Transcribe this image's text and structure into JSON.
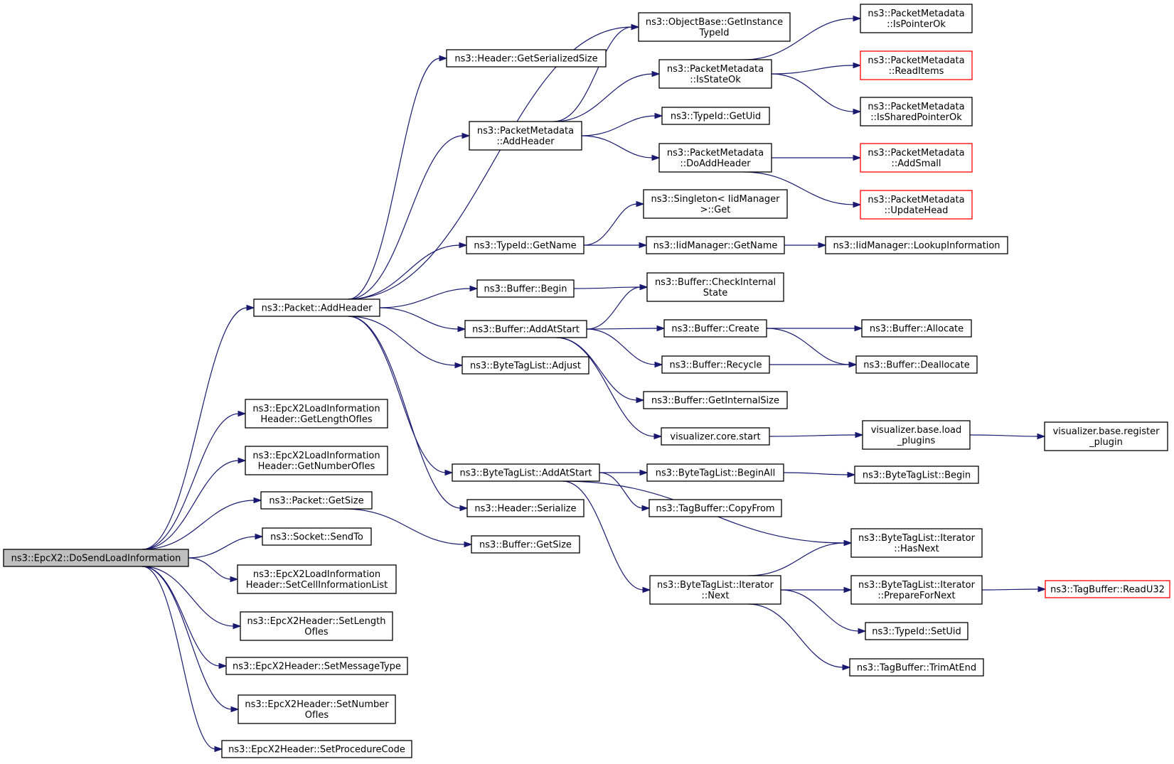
{
  "diagram": {
    "nodes": [
      {
        "id": "root",
        "lines": [
          "ns3::EpcX2::DoSendLoadInformation"
        ],
        "style": "root"
      },
      {
        "id": "pkt_addheader",
        "lines": [
          "ns3::Packet::AddHeader"
        ]
      },
      {
        "id": "getlengthofies",
        "lines": [
          "ns3::EpcX2LoadInformation",
          "Header::GetLengthOfIes"
        ]
      },
      {
        "id": "getnumberofies",
        "lines": [
          "ns3::EpcX2LoadInformation",
          "Header::GetNumberOfIes"
        ]
      },
      {
        "id": "pkt_getsize",
        "lines": [
          "ns3::Packet::GetSize"
        ]
      },
      {
        "id": "socket_sendto",
        "lines": [
          "ns3::Socket::SendTo"
        ]
      },
      {
        "id": "setcellinfo",
        "lines": [
          "ns3::EpcX2LoadInformation",
          "Header::SetCellInformationList"
        ]
      },
      {
        "id": "setlengthofies",
        "lines": [
          "ns3::EpcX2Header::SetLength",
          "OfIes"
        ]
      },
      {
        "id": "setmessagetype",
        "lines": [
          "ns3::EpcX2Header::SetMessageType"
        ]
      },
      {
        "id": "setnumberofies",
        "lines": [
          "ns3::EpcX2Header::SetNumber",
          "OfIes"
        ]
      },
      {
        "id": "setprocedurecode",
        "lines": [
          "ns3::EpcX2Header::SetProcedureCode"
        ]
      },
      {
        "id": "hdr_getserializedsize",
        "lines": [
          "ns3::Header::GetSerializedSize"
        ]
      },
      {
        "id": "pm_addheader",
        "lines": [
          "ns3::PacketMetadata",
          "::AddHeader"
        ]
      },
      {
        "id": "typeid_getname",
        "lines": [
          "ns3::TypeId::GetName"
        ]
      },
      {
        "id": "buf_begin",
        "lines": [
          "ns3::Buffer::Begin"
        ]
      },
      {
        "id": "buf_addatstart",
        "lines": [
          "ns3::Buffer::AddAtStart"
        ]
      },
      {
        "id": "btl_adjust",
        "lines": [
          "ns3::ByteTagList::Adjust"
        ]
      },
      {
        "id": "btl_addatstart",
        "lines": [
          "ns3::ByteTagList::AddAtStart"
        ]
      },
      {
        "id": "hdr_serialize",
        "lines": [
          "ns3::Header::Serialize"
        ]
      },
      {
        "id": "buf_getsize",
        "lines": [
          "ns3::Buffer::GetSize"
        ]
      },
      {
        "id": "ob_getinstancetypeid",
        "lines": [
          "ns3::ObjectBase::GetInstance",
          "TypeId"
        ]
      },
      {
        "id": "pm_isstateok",
        "lines": [
          "ns3::PacketMetadata",
          "::IsStateOk"
        ]
      },
      {
        "id": "typeid_getuid",
        "lines": [
          "ns3::TypeId::GetUid"
        ]
      },
      {
        "id": "pm_doaddheader",
        "lines": [
          "ns3::PacketMetadata",
          "::DoAddHeader"
        ]
      },
      {
        "id": "singleton_get",
        "lines": [
          "ns3::Singleton< IidManager",
          ">::Get"
        ]
      },
      {
        "id": "iid_getname",
        "lines": [
          "ns3::IidManager::GetName"
        ]
      },
      {
        "id": "buf_checkinternal",
        "lines": [
          "ns3::Buffer::CheckInternal",
          "State"
        ]
      },
      {
        "id": "buf_create",
        "lines": [
          "ns3::Buffer::Create"
        ]
      },
      {
        "id": "buf_recycle",
        "lines": [
          "ns3::Buffer::Recycle"
        ]
      },
      {
        "id": "buf_getinternalsize",
        "lines": [
          "ns3::Buffer::GetInternalSize"
        ]
      },
      {
        "id": "vis_core_start",
        "lines": [
          "visualizer.core.start"
        ]
      },
      {
        "id": "btl_beginall",
        "lines": [
          "ns3::ByteTagList::BeginAll"
        ]
      },
      {
        "id": "tb_copyfrom",
        "lines": [
          "ns3::TagBuffer::CopyFrom"
        ]
      },
      {
        "id": "btl_it_next",
        "lines": [
          "ns3::ByteTagList::Iterator",
          "::Next"
        ]
      },
      {
        "id": "pm_ispointerok",
        "lines": [
          "ns3::PacketMetadata",
          "::IsPointerOk"
        ]
      },
      {
        "id": "pm_readitems",
        "lines": [
          "ns3::PacketMetadata",
          "::ReadItems"
        ],
        "style": "red"
      },
      {
        "id": "pm_issharedpointerok",
        "lines": [
          "ns3::PacketMetadata",
          "::IsSharedPointerOk"
        ]
      },
      {
        "id": "pm_addsmall",
        "lines": [
          "ns3::PacketMetadata",
          "::AddSmall"
        ],
        "style": "red"
      },
      {
        "id": "pm_updatehead",
        "lines": [
          "ns3::PacketMetadata",
          "::UpdateHead"
        ],
        "style": "red"
      },
      {
        "id": "iid_lookupinfo",
        "lines": [
          "ns3::IidManager::LookupInformation"
        ]
      },
      {
        "id": "buf_allocate",
        "lines": [
          "ns3::Buffer::Allocate"
        ]
      },
      {
        "id": "buf_deallocate",
        "lines": [
          "ns3::Buffer::Deallocate"
        ]
      },
      {
        "id": "vis_base_loadplugins",
        "lines": [
          "visualizer.base.load",
          "_plugins"
        ]
      },
      {
        "id": "vis_base_registerplugin",
        "lines": [
          "visualizer.base.register",
          "_plugin"
        ]
      },
      {
        "id": "btl_begin",
        "lines": [
          "ns3::ByteTagList::Begin"
        ]
      },
      {
        "id": "btl_it_hasnext",
        "lines": [
          "ns3::ByteTagList::Iterator",
          "::HasNext"
        ]
      },
      {
        "id": "btl_it_preparefornext",
        "lines": [
          "ns3::ByteTagList::Iterator",
          "::PrepareForNext"
        ]
      },
      {
        "id": "typeid_setuid",
        "lines": [
          "ns3::TypeId::SetUid"
        ]
      },
      {
        "id": "tb_trimatend",
        "lines": [
          "ns3::TagBuffer::TrimAtEnd"
        ]
      },
      {
        "id": "tb_readu32",
        "lines": [
          "ns3::TagBuffer::ReadU32"
        ],
        "style": "red"
      }
    ],
    "edges": [
      [
        "root",
        "pkt_addheader"
      ],
      [
        "root",
        "getlengthofies"
      ],
      [
        "root",
        "getnumberofies"
      ],
      [
        "root",
        "pkt_getsize"
      ],
      [
        "root",
        "socket_sendto"
      ],
      [
        "root",
        "setcellinfo"
      ],
      [
        "root",
        "setlengthofies"
      ],
      [
        "root",
        "setmessagetype"
      ],
      [
        "root",
        "setnumberofies"
      ],
      [
        "root",
        "setprocedurecode"
      ],
      [
        "pkt_addheader",
        "hdr_getserializedsize"
      ],
      [
        "pkt_addheader",
        "ob_getinstancetypeid"
      ],
      [
        "pkt_addheader",
        "pm_addheader"
      ],
      [
        "pkt_addheader",
        "typeid_getname"
      ],
      [
        "pkt_addheader",
        "buf_begin"
      ],
      [
        "pkt_addheader",
        "buf_addatstart"
      ],
      [
        "pkt_addheader",
        "btl_adjust"
      ],
      [
        "pkt_addheader",
        "btl_addatstart"
      ],
      [
        "pkt_addheader",
        "hdr_serialize"
      ],
      [
        "pkt_getsize",
        "buf_getsize"
      ],
      [
        "pm_addheader",
        "ob_getinstancetypeid"
      ],
      [
        "pm_addheader",
        "pm_isstateok"
      ],
      [
        "pm_addheader",
        "typeid_getuid"
      ],
      [
        "pm_addheader",
        "pm_doaddheader"
      ],
      [
        "pm_isstateok",
        "pm_ispointerok"
      ],
      [
        "pm_isstateok",
        "pm_readitems"
      ],
      [
        "pm_isstateok",
        "pm_issharedpointerok"
      ],
      [
        "pm_doaddheader",
        "pm_addsmall"
      ],
      [
        "pm_doaddheader",
        "pm_updatehead"
      ],
      [
        "typeid_getname",
        "singleton_get"
      ],
      [
        "typeid_getname",
        "iid_getname"
      ],
      [
        "iid_getname",
        "iid_lookupinfo"
      ],
      [
        "buf_begin",
        "buf_checkinternal"
      ],
      [
        "buf_addatstart",
        "buf_checkinternal"
      ],
      [
        "buf_addatstart",
        "buf_create"
      ],
      [
        "buf_addatstart",
        "buf_recycle"
      ],
      [
        "buf_addatstart",
        "buf_getinternalsize"
      ],
      [
        "buf_addatstart",
        "vis_core_start"
      ],
      [
        "buf_create",
        "buf_allocate"
      ],
      [
        "buf_create",
        "buf_deallocate"
      ],
      [
        "buf_recycle",
        "buf_deallocate"
      ],
      [
        "vis_core_start",
        "vis_base_loadplugins"
      ],
      [
        "vis_base_loadplugins",
        "vis_base_registerplugin"
      ],
      [
        "btl_addatstart",
        "btl_beginall"
      ],
      [
        "btl_addatstart",
        "tb_copyfrom"
      ],
      [
        "btl_addatstart",
        "btl_it_hasnext"
      ],
      [
        "btl_addatstart",
        "btl_it_next"
      ],
      [
        "btl_beginall",
        "btl_begin"
      ],
      [
        "btl_it_next",
        "btl_it_hasnext"
      ],
      [
        "btl_it_next",
        "btl_it_preparefornext"
      ],
      [
        "btl_it_next",
        "typeid_setuid"
      ],
      [
        "btl_it_next",
        "tb_trimatend"
      ],
      [
        "btl_it_preparefornext",
        "tb_readu32"
      ]
    ]
  },
  "colors": {
    "edge": "#191970",
    "root_fill": "#bfbfbf",
    "red_border": "#ff0000",
    "node_border": "#000000"
  }
}
